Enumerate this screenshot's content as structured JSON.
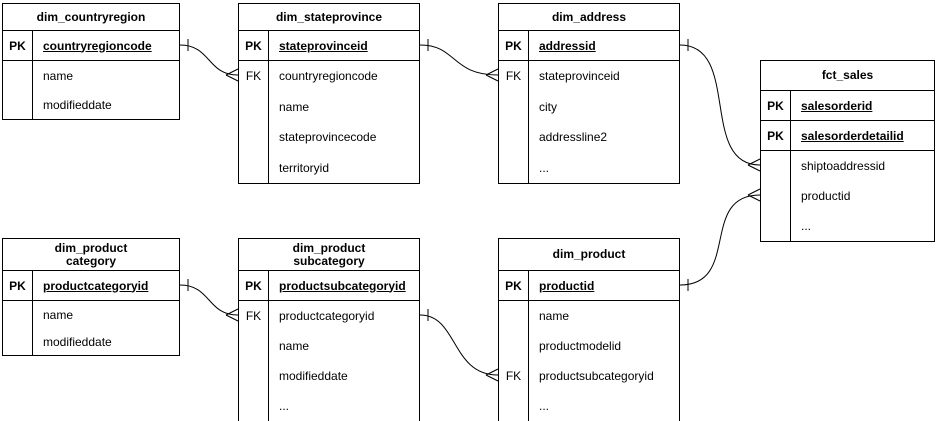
{
  "diagram": {
    "background_color": "#ffffff",
    "line_color": "#000000",
    "text_color": "#000000"
  },
  "tables": [
    {
      "id": "dim_countryregion",
      "title_lines": [
        "dim_countryregion"
      ],
      "rows": [
        {
          "key": "PK",
          "field": "countryregioncode",
          "pk": true
        },
        {
          "key": "",
          "field": "name"
        },
        {
          "key": "",
          "field": "modifieddate"
        }
      ]
    },
    {
      "id": "dim_stateprovince",
      "title_lines": [
        "dim_stateprovince"
      ],
      "rows": [
        {
          "key": "PK",
          "field": "stateprovinceid",
          "pk": true
        },
        {
          "key": "FK",
          "field": "countryregioncode"
        },
        {
          "key": "",
          "field": "name"
        },
        {
          "key": "",
          "field": "stateprovincecode"
        },
        {
          "key": "",
          "field": "territoryid"
        }
      ]
    },
    {
      "id": "dim_address",
      "title_lines": [
        "dim_address"
      ],
      "rows": [
        {
          "key": "PK",
          "field": "addressid",
          "pk": true
        },
        {
          "key": "FK",
          "field": "stateprovinceid"
        },
        {
          "key": "",
          "field": "city"
        },
        {
          "key": "",
          "field": "addressline2"
        },
        {
          "key": "",
          "field": "..."
        }
      ]
    },
    {
      "id": "fct_sales",
      "title_lines": [
        "fct_sales"
      ],
      "rows": [
        {
          "key": "PK",
          "field": "salesorderid",
          "pk": true
        },
        {
          "key": "PK",
          "field": "salesorderdetailid",
          "pk": true
        },
        {
          "key": "",
          "field": "shiptoaddressid"
        },
        {
          "key": "",
          "field": "productid"
        },
        {
          "key": "",
          "field": "..."
        }
      ]
    },
    {
      "id": "dim_productcategory",
      "title_lines": [
        "dim_product",
        "category"
      ],
      "rows": [
        {
          "key": "PK",
          "field": "productcategoryid",
          "pk": true
        },
        {
          "key": "",
          "field": "name"
        },
        {
          "key": "",
          "field": "modifieddate"
        }
      ]
    },
    {
      "id": "dim_productsubcategory",
      "title_lines": [
        "dim_product",
        "subcategory"
      ],
      "rows": [
        {
          "key": "PK",
          "field": "productsubcategoryid",
          "pk": true
        },
        {
          "key": "FK",
          "field": "productcategoryid"
        },
        {
          "key": "",
          "field": "name"
        },
        {
          "key": "",
          "field": "modifieddate"
        },
        {
          "key": "",
          "field": "..."
        }
      ]
    },
    {
      "id": "dim_product",
      "title_lines": [
        "dim_product"
      ],
      "rows": [
        {
          "key": "PK",
          "field": "productid",
          "pk": true
        },
        {
          "key": "",
          "field": "name"
        },
        {
          "key": "",
          "field": "productmodelid"
        },
        {
          "key": "FK",
          "field": "productsubcategoryid"
        },
        {
          "key": "",
          "field": "..."
        }
      ]
    }
  ],
  "relationships": [
    {
      "from": "dim_countryregion.countryregioncode",
      "to": "dim_stateprovince.countryregioncode",
      "cardinality": "one-to-many"
    },
    {
      "from": "dim_stateprovince.stateprovinceid",
      "to": "dim_address.stateprovinceid",
      "cardinality": "one-to-many"
    },
    {
      "from": "dim_address.addressid",
      "to": "fct_sales.shiptoaddressid",
      "cardinality": "one-to-many"
    },
    {
      "from": "dim_product.productid",
      "to": "fct_sales.productid",
      "cardinality": "one-to-many"
    },
    {
      "from": "dim_productcategory.productcategoryid",
      "to": "dim_productsubcategory.productcategoryid",
      "cardinality": "one-to-many"
    },
    {
      "from": "dim_productsubcategory.productsubcategoryid",
      "to": "dim_product.productsubcategoryid",
      "cardinality": "one-to-many"
    }
  ]
}
